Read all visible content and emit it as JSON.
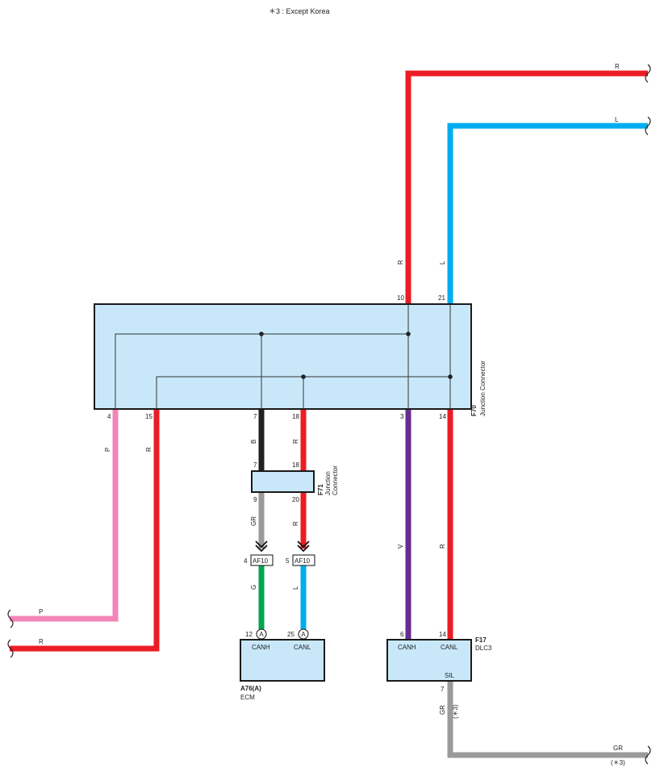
{
  "note": "＊3 : Except Korea",
  "colors": {
    "R": "#ec1c24",
    "L": "#00aeef",
    "P": "#f285b8",
    "B": "#231f20",
    "GR": "#9a9a9a",
    "G": "#00a651",
    "V": "#662d91",
    "box_fill": "#c8e8fa",
    "outline": "#1a1a1a"
  },
  "f70": {
    "code": "F70",
    "name": "Junction Connector",
    "pins_top": [
      "10",
      "21"
    ],
    "pins_bottom": [
      "4",
      "15",
      "7",
      "18",
      "3",
      "14"
    ]
  },
  "f71": {
    "code": "F71",
    "name_line1": "Junction",
    "name_line2": "Connector",
    "pins_top": [
      "7",
      "18"
    ],
    "pins_bottom": [
      "9",
      "20"
    ]
  },
  "af10": {
    "label": "AF10",
    "pins": [
      "4",
      "5"
    ]
  },
  "ecm": {
    "code": "A76(A)",
    "name": "ECM",
    "pin_marker": "A",
    "pins": [
      "12",
      "25"
    ],
    "terminals": [
      "CANH",
      "CANL"
    ]
  },
  "dlc3": {
    "code": "F17",
    "name": "DLC3",
    "pins": [
      "6",
      "14",
      "7"
    ],
    "terminals": [
      "CANH",
      "CANL",
      "SIL"
    ]
  },
  "wire_labels": {
    "top_r": "R",
    "top_l": "L",
    "vert_r": "R",
    "vert_l": "L",
    "left_p_vert": "P",
    "left_r_vert": "R",
    "left_p_horiz": "P",
    "left_r_horiz": "R",
    "b_upper": "B",
    "r_upper": "R",
    "gr_lower": "GR",
    "r_lower": "R",
    "g_ecm": "G",
    "l_ecm": "L",
    "v_dlc": "V",
    "r_dlc": "R",
    "gr_sil": "GR",
    "gr_bottom": "GR",
    "except_mark_v": "(＊3)",
    "except_mark_h": "(＊3)"
  }
}
